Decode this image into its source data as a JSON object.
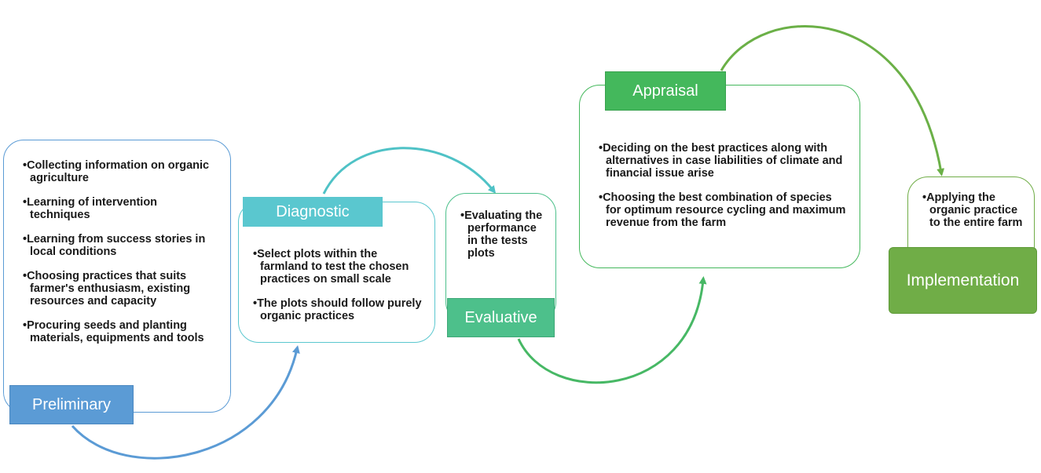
{
  "colors": {
    "preliminary": "#5b9bd5",
    "diagnostic": "#5ac7cf",
    "evaluative": "#4dc08b",
    "appraisal": "#44b85c",
    "implementation": "#70ad47"
  },
  "stages": {
    "preliminary": {
      "title": "Preliminary",
      "items": [
        "Collecting information on organic agriculture",
        "Learning of intervention techniques",
        "Learning from success stories in local conditions",
        "Choosing practices that suits farmer's enthusiasm, existing resources and capacity",
        "Procuring seeds and planting materials, equipments and tools"
      ]
    },
    "diagnostic": {
      "title": "Diagnostic",
      "items": [
        "Select plots within the farmland to test the chosen practices on small scale",
        "The plots should follow purely organic practices"
      ]
    },
    "evaluative": {
      "title": "Evaluative",
      "items": [
        "Evaluating the performance in the tests plots"
      ]
    },
    "appraisal": {
      "title": "Appraisal",
      "items": [
        "Deciding on the best practices along with alternatives in case liabilities of climate and financial issue arise",
        "Choosing the best combination of species for optimum resource cycling and maximum revenue from the farm"
      ]
    },
    "implementation": {
      "title": "Implementation",
      "items": [
        "Applying the organic practice to the entire farm"
      ]
    }
  }
}
